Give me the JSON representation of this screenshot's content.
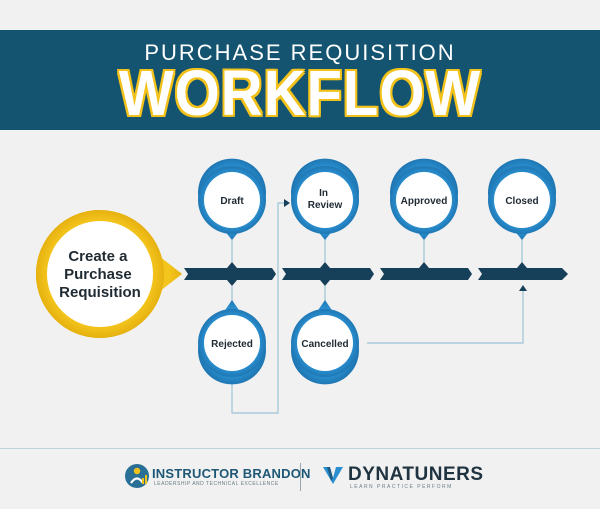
{
  "header": {
    "subtitle": "PURCHASE REQUISITION",
    "title": "WORKFLOW"
  },
  "start_node": {
    "label_lines": [
      "Create a",
      "Purchase",
      "Requisition"
    ]
  },
  "nodes": {
    "draft": "Draft",
    "in_review": [
      "In",
      "Review"
    ],
    "approved": "Approved",
    "closed": "Closed",
    "rejected": "Rejected",
    "cancelled": "Cancelled"
  },
  "footer": {
    "brand_left": "INSTRUCTOR BRANDON",
    "brand_left_tagline": "LEADERSHIP AND TECHNICAL EXCELLENCE",
    "brand_right": "DYNATUNERS",
    "brand_right_tagline": "LEARN  PRACTICE  PERFORM"
  },
  "colors": {
    "banner": "#145470",
    "accent_yellow": "#f2c21b",
    "node_blue": "#2a8fd0",
    "arrow_navy": "#16405a",
    "connector": "#9cc4d6"
  }
}
